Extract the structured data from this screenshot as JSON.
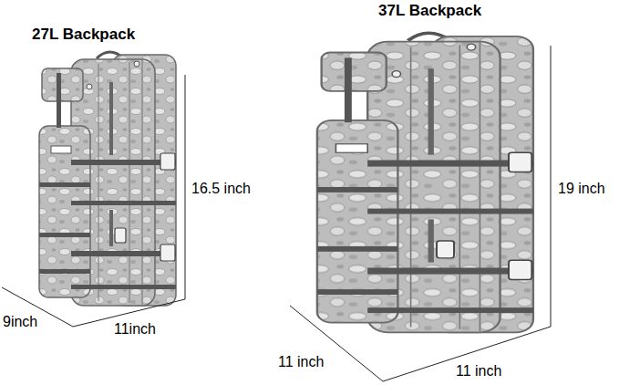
{
  "diagram": {
    "labels": [
      "27L Backpack",
      "37L Backpack",
      "16.5 inch",
      "9inch",
      "11inch",
      "19 inch",
      "11 inch",
      "11 inch"
    ]
  }
}
